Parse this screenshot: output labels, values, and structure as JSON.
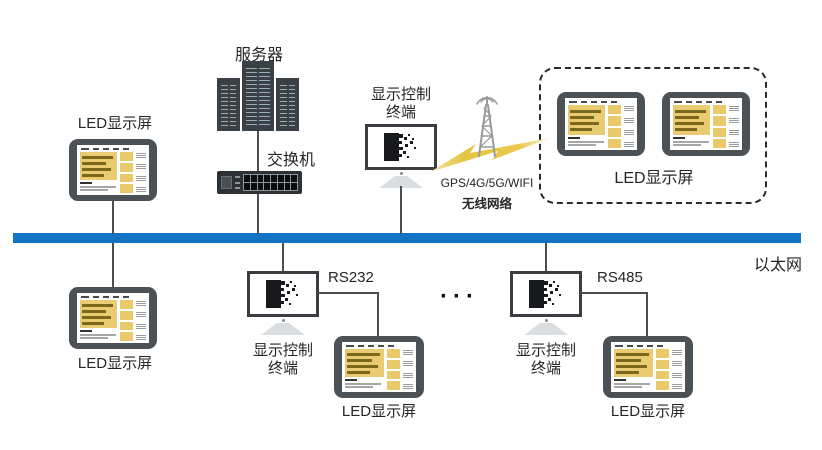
{
  "labels": {
    "server": "服务器",
    "switch": "交换机",
    "led_display": "LED显示屏",
    "terminal_line1": "显示控制",
    "terminal_line2": "终端",
    "ethernet": "以太网",
    "rs232": "RS232",
    "rs485": "RS485",
    "wireless_tech": "GPS/4G/5G/WIFI",
    "wireless_name": "无线网络",
    "ellipsis": "···"
  },
  "colors": {
    "ethernet_bus": "#1273c5",
    "device_frame": "#4c5156",
    "screen_yellow": "#e9cc71",
    "bolt_yellow": "#e7c43e",
    "connection_line": "#4b4d50"
  },
  "icons": [
    "server-icon",
    "switch-icon",
    "led-display-icon",
    "control-terminal-icon",
    "antenna-tower-icon",
    "lightning-icon",
    "ellipsis-icon"
  ]
}
